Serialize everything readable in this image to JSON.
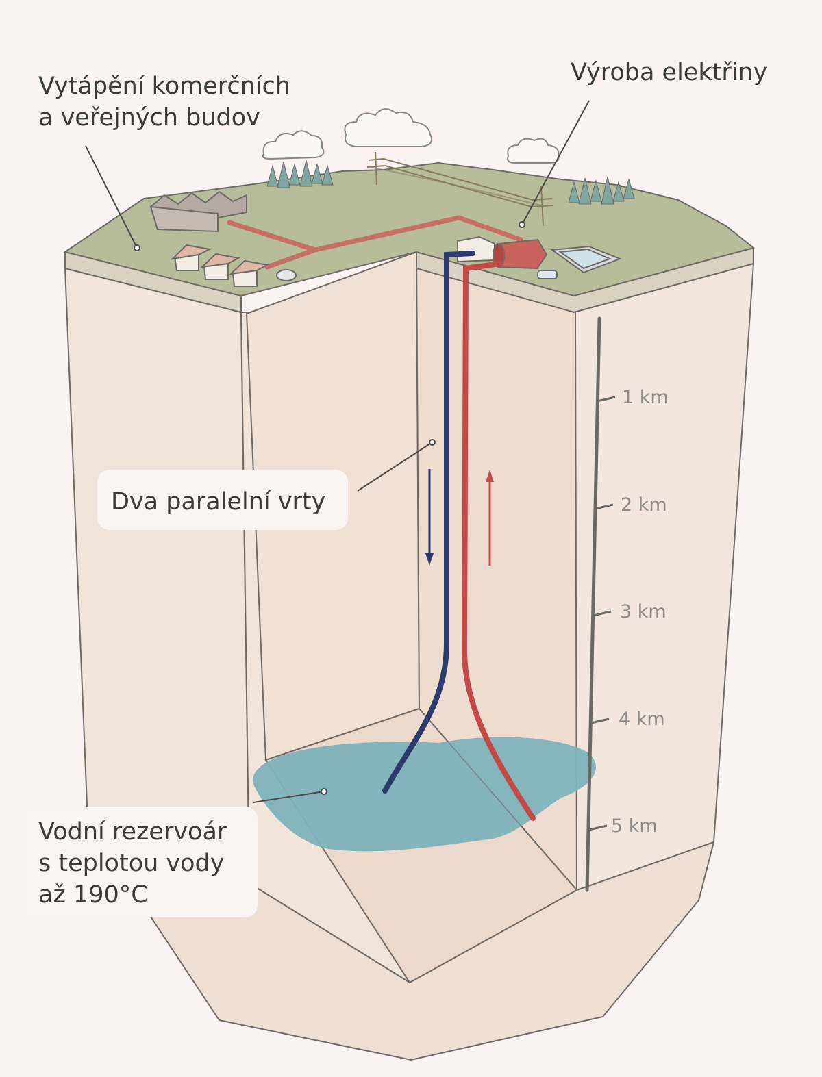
{
  "labels": {
    "heating": "Vytápění komerčních\na veřejných budov",
    "electricity": "Výroba elektřiny",
    "wells": "Dva paralelní vrty",
    "reservoir": "Vodní rezervoár\ns teplotou vody\naž 190°C"
  },
  "scale": {
    "ticks": [
      "1 km",
      "2 km",
      "3 km",
      "4 km",
      "5 km"
    ]
  },
  "colors": {
    "background": "#fbf2f2",
    "ground": "#f1e4da",
    "grass": "#b7bd9b",
    "cold_pipe": "#2c3a6e",
    "hot_pipe": "#c44a48",
    "reservoir": "#7fb3bb"
  }
}
